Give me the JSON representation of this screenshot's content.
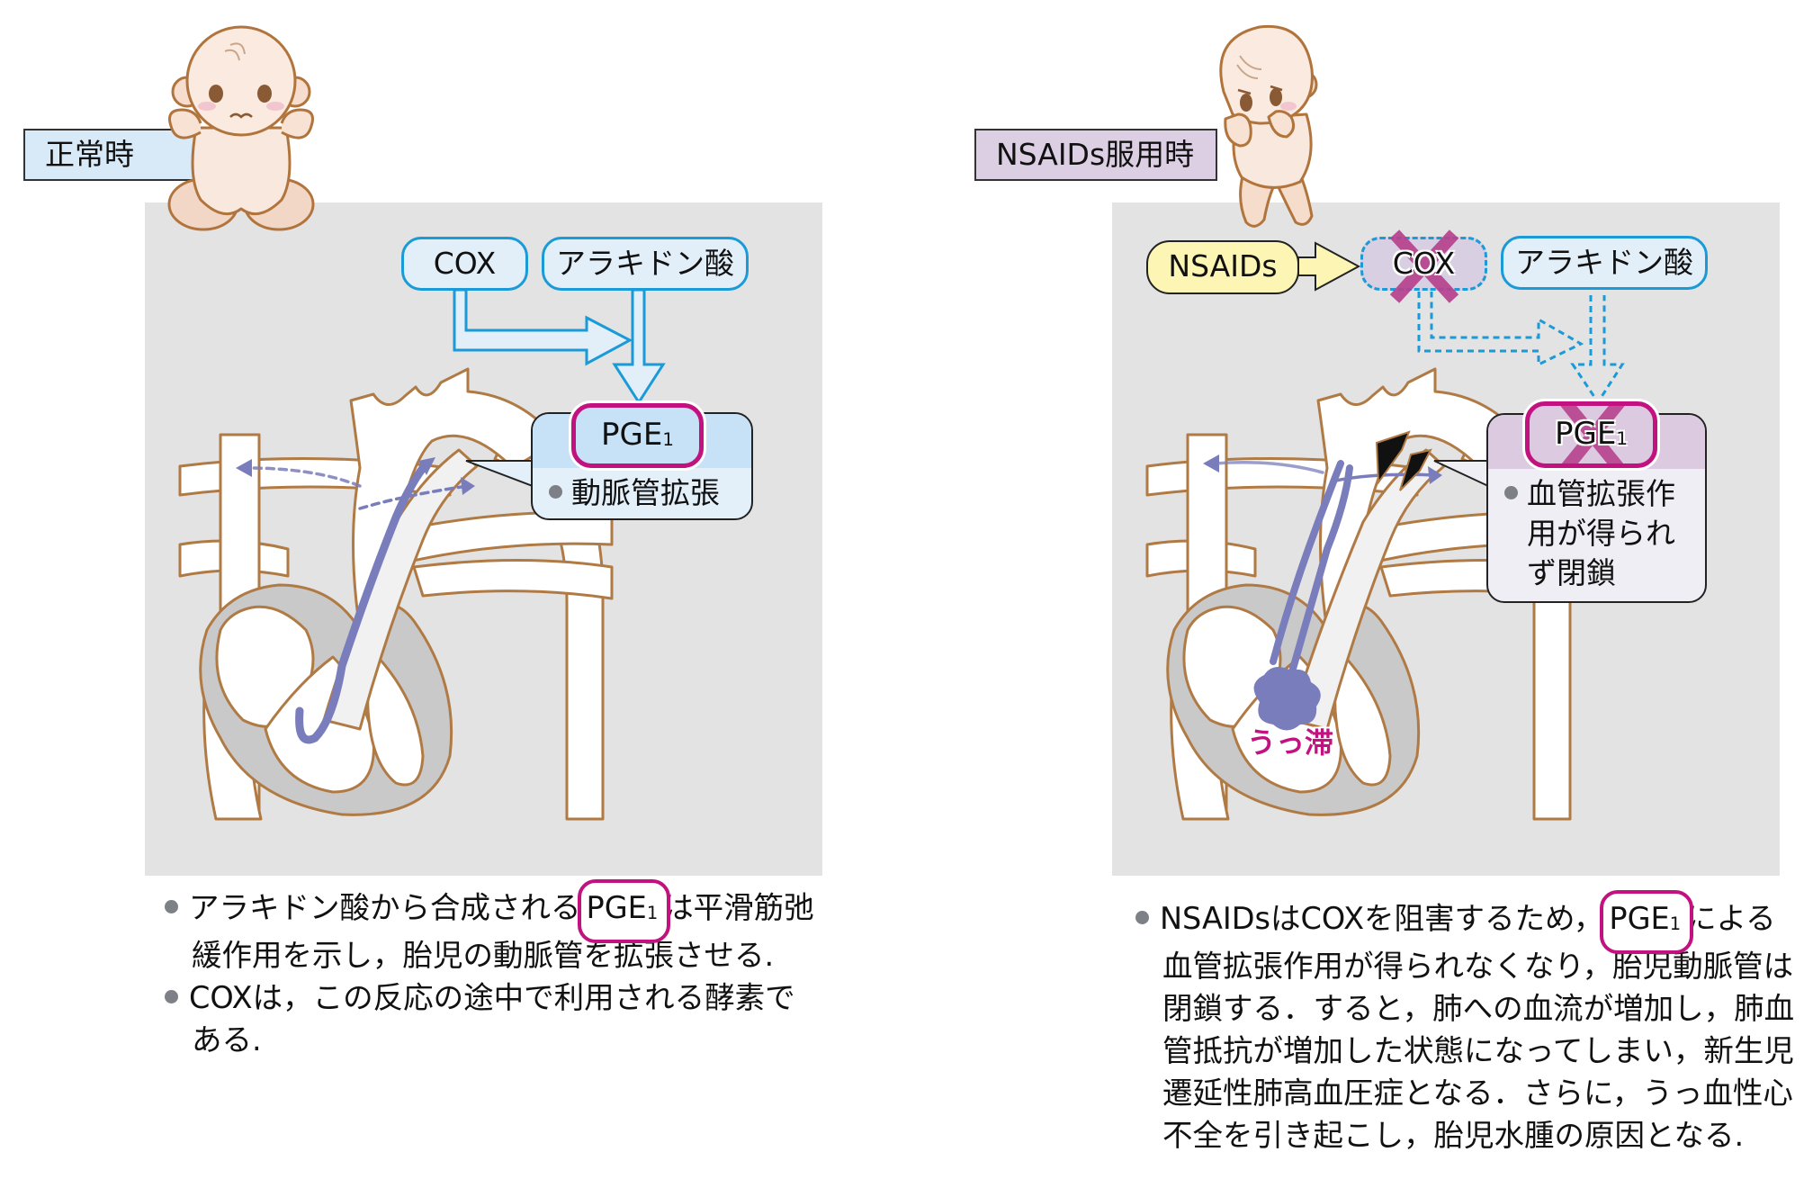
{
  "colors": {
    "panel_bg": "#e3e3e3",
    "normal_label_bg": "#d8e9f8",
    "nsaids_label_bg": "#dccfe3",
    "pill_blue_border": "#1a9ad6",
    "pill_blue_fill": "#e2eff9",
    "callout_normal_top": "#c7e1f6",
    "callout_normal_bottom": "#e3f0fa",
    "callout_nsaids_top": "#dccbe0",
    "callout_nsaids_bottom": "#f0eef5",
    "highlight_ring": "#c2127f",
    "cross_mark": "#b7428e",
    "flow_line": "#7a7dbb",
    "vessel_outline": "#b07a45",
    "heart_wall": "#c9c9c9",
    "nsaids_pill_fill": "#fcf5b4"
  },
  "normal": {
    "label": "正常時",
    "cox": "COX",
    "arachidonic": "アラキドン酸",
    "pge": "PGE",
    "pge_sub": "1",
    "callout_lines": [
      "動脈管拡張"
    ],
    "notes": [
      {
        "before": "アラキドン酸から合成される",
        "pge": "PGE",
        "pge_sub": "1",
        "after": "は平滑筋弛緩作用を示し，胎児の動脈管を拡張させる."
      },
      {
        "before": "COXは，この反応の途中で利用される酵素である.",
        "pge": null
      }
    ],
    "icons": [
      "baby-sitting-icon",
      "heart-diagram-icon"
    ]
  },
  "nsaids": {
    "label": "NSAIDs服用時",
    "nsaids": "NSAIDs",
    "cox": "COX",
    "arachidonic": "アラキドン酸",
    "pge": "PGE",
    "pge_sub": "1",
    "callout_lines": [
      "血管拡張作",
      "用が得られ",
      "ず閉鎖"
    ],
    "stasis": "うっ滞",
    "notes": [
      {
        "before": "NSAIDsはCOXを阻害するため，",
        "pge": "PGE",
        "pge_sub": "1",
        "after": "による血管拡張作用が得られなくなり，胎児動脈管は閉鎖する．すると，肺への血流が増加し，肺血管抵抗が増加した状態になってしまい，新生児遷延性肺高血圧症となる．さらに，うっ血性心不全を引き起こし，胎児水腫の原因となる."
      }
    ],
    "icons": [
      "baby-worried-icon",
      "heart-diagram-icon",
      "cross-mark-icon",
      "ductus-closure-icon"
    ]
  }
}
